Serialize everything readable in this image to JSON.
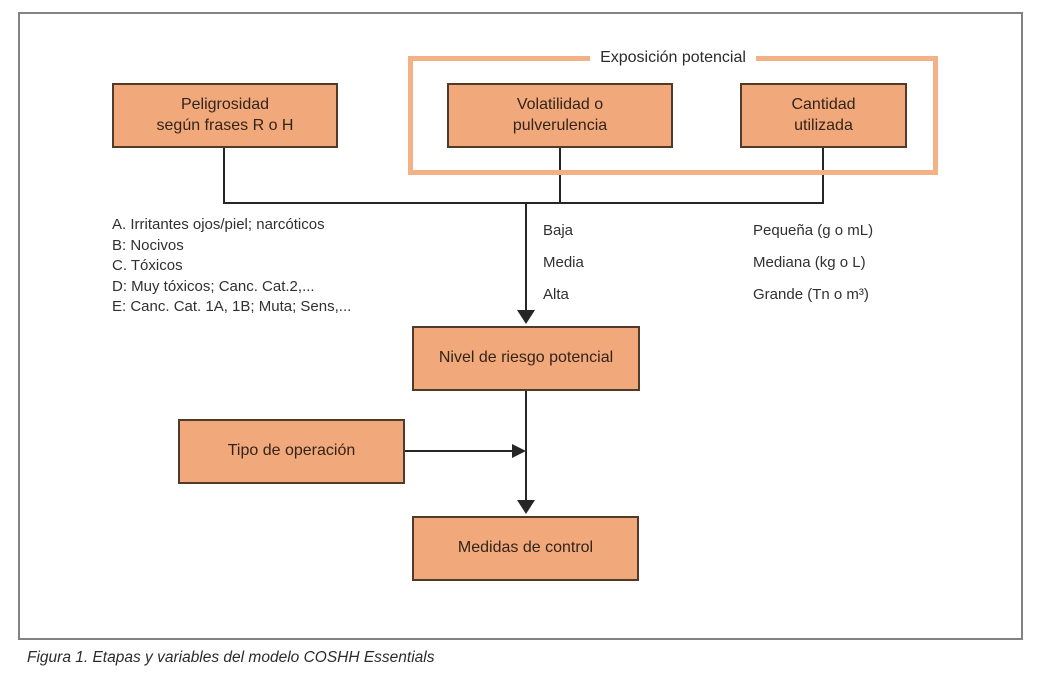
{
  "colors": {
    "box_fill": "#f1a87b",
    "box_border": "#503b2a",
    "frame_orange": "#f2b286",
    "line_color": "#262626",
    "outer_border": "#828282",
    "text_color": "#303030",
    "box_text": "#33241a"
  },
  "figure": {
    "caption": "Figura 1. Etapas y variables del modelo COSHH Essentials",
    "exposure_group": {
      "label": "Exposición potencial"
    },
    "boxes": {
      "peligrosidad": {
        "line1": "Peligrosidad",
        "line2": "según frases R o H"
      },
      "volatilidad": {
        "line1": "Volatilidad o",
        "line2": "pulverulencia"
      },
      "cantidad": {
        "line1": "Cantidad",
        "line2": "utilizada"
      },
      "nivel_riesgo": {
        "label": "Nivel de riesgo potencial"
      },
      "tipo_operacion": {
        "label": "Tipo de operación"
      },
      "medidas_control": {
        "label": "Medidas de control"
      }
    },
    "hazard_categories": [
      "A. Irritantes ojos/piel; narcóticos",
      "B: Nocivos",
      "C. Tóxicos",
      "D: Muy tóxicos; Canc. Cat.2,...",
      "E: Canc. Cat. 1A, 1B; Muta; Sens,..."
    ],
    "volatility_levels": [
      "Baja",
      "Media",
      "Alta"
    ],
    "quantity_levels": [
      "Pequeña (g o mL)",
      "Mediana (kg o L)",
      "Grande (Tn o m³)"
    ]
  }
}
